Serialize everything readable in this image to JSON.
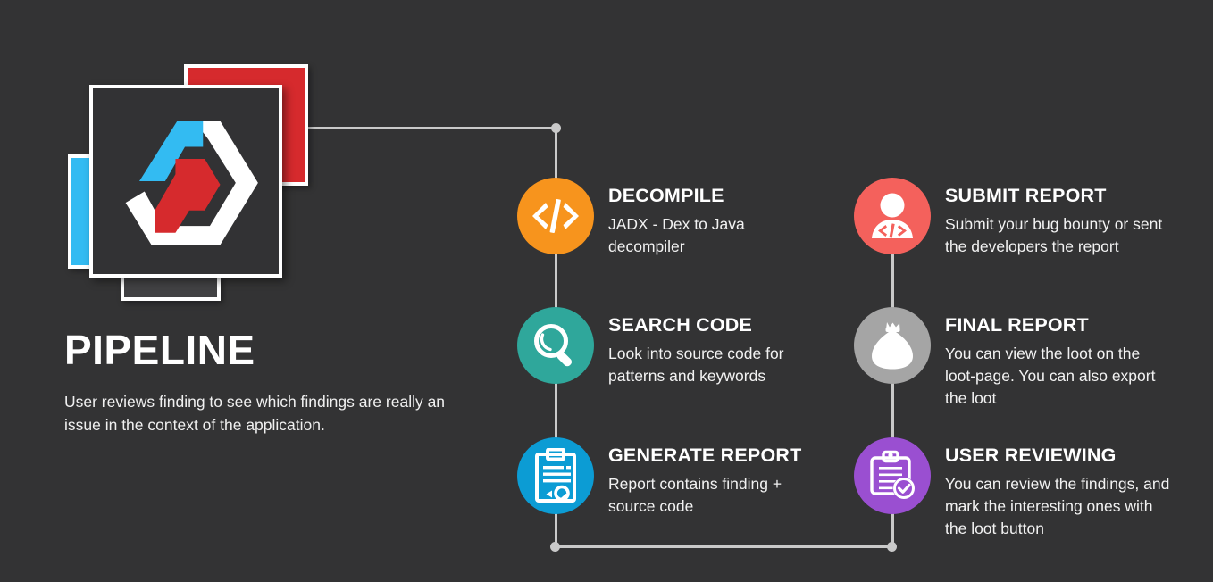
{
  "headline": {
    "title": "PIPELINE",
    "description": "User reviews finding to see which findings are really an issue in the context of the application."
  },
  "logo": {
    "name": "pipeline-logo",
    "colors": {
      "blue": "#33bbf2",
      "red": "#d62a2d",
      "white": "#ffffff",
      "card_dark": "#323234",
      "card_gray": "#414143"
    }
  },
  "theme": {
    "background": "#333334",
    "connector": "#c9c9c9",
    "text": "#ffffff"
  },
  "steps": [
    {
      "id": "decompile",
      "title": "DECOMPILE",
      "description": "JADX - Dex to Java decompiler",
      "icon": "code-brackets-icon",
      "color": "#f7941d",
      "column": "left"
    },
    {
      "id": "search-code",
      "title": "SEARCH CODE",
      "description": "Look into source code for patterns and keywords",
      "icon": "magnifier-icon",
      "color": "#2fa79b",
      "column": "left"
    },
    {
      "id": "generate-report",
      "title": "GENERATE REPORT",
      "description": "Report contains finding + source code",
      "icon": "clipboard-chart-icon",
      "color": "#0c9cd4",
      "column": "left"
    },
    {
      "id": "submit-report",
      "title": "SUBMIT REPORT",
      "description": "Submit your bug bounty or sent the developers the report",
      "icon": "developer-person-icon",
      "color": "#f4615c",
      "column": "right"
    },
    {
      "id": "final-report",
      "title": "FINAL REPORT",
      "description": "You can view the loot on the loot-page. You can also export the loot",
      "icon": "money-bag-icon",
      "color": "#a5a5a5",
      "column": "right"
    },
    {
      "id": "user-reviewing",
      "title": "USER REVIEWING",
      "description": "You can review the findings, and mark the interesting ones with the loot button",
      "icon": "clipboard-check-icon",
      "color": "#9a4fd1",
      "column": "right"
    }
  ]
}
